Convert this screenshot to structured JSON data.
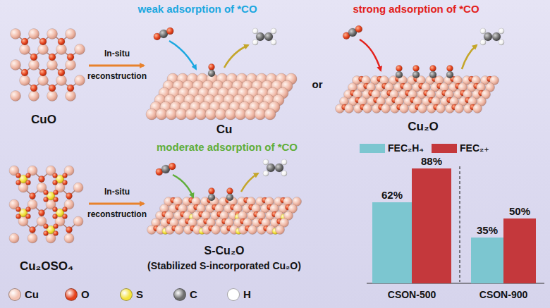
{
  "diagram": {
    "labels": [
      "weak adsorption of *CO",
      "strong adsorption of *CO",
      "CuO",
      "In-situ",
      "reconstruction",
      "Cu",
      "or",
      "Cu₂O",
      "moderate adsorption of *CO",
      "Cu₂OSO₄",
      "In-situ",
      "reconstruction",
      "S-Cu₂O",
      "(Stabilized S-incorporated Cu₂O)",
      "62%",
      "88%",
      "35%",
      "50%",
      "CSON-500",
      "CSON-900"
    ],
    "legend": [
      {
        "text": "FEC₂H₄",
        "color": "#7cc6d0"
      },
      {
        "text": "FEC₂₊",
        "color": "#c4383c"
      },
      {
        "text": "Cu",
        "color": "#f3c3b3"
      },
      {
        "text": "O",
        "color": "#e5421d"
      },
      {
        "text": "S",
        "color": "#f4e23c"
      },
      {
        "text": "C",
        "color": "#6e6e6e"
      },
      {
        "text": "H",
        "color": "#ffffff"
      }
    ]
  }
}
